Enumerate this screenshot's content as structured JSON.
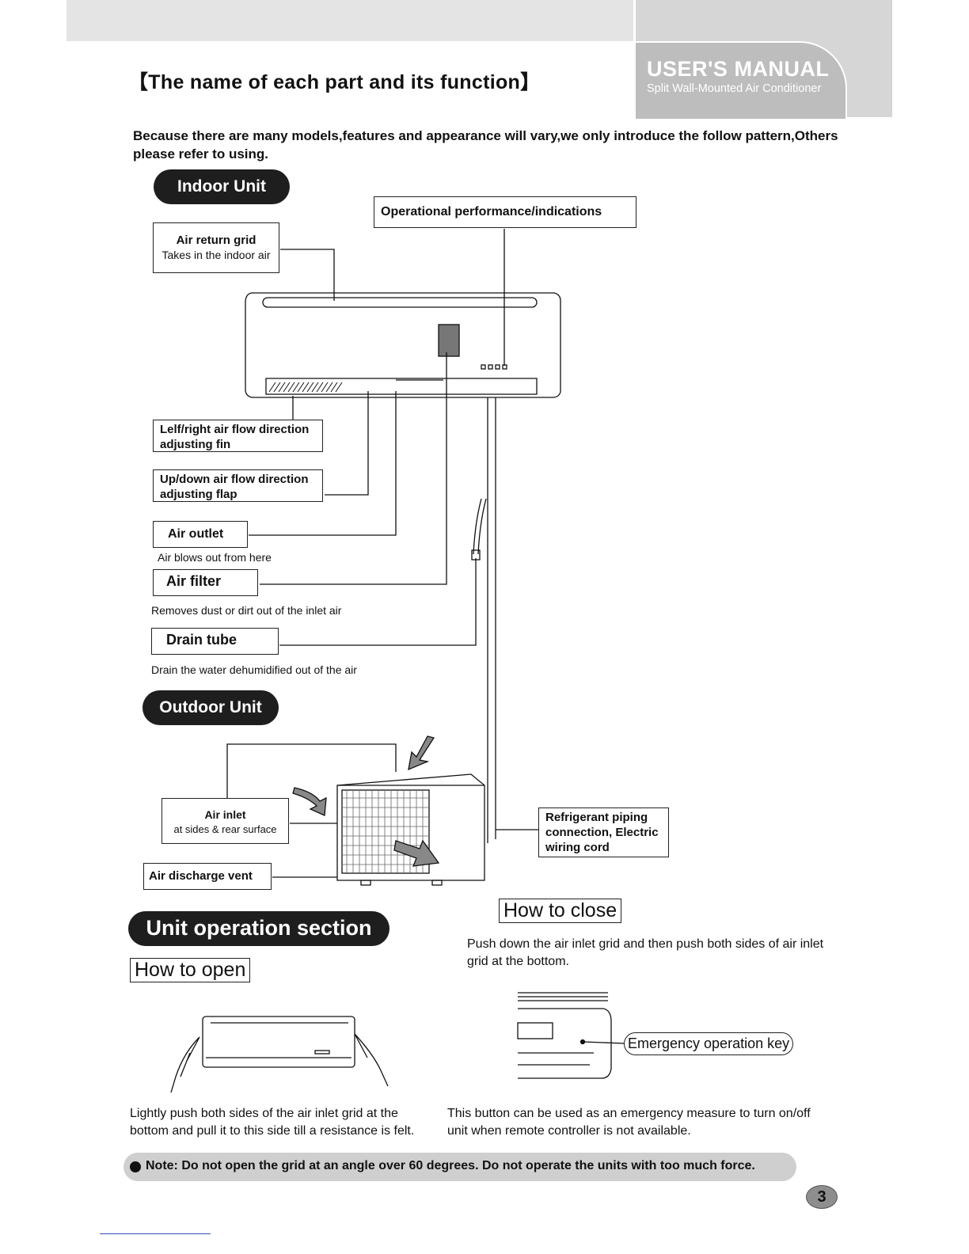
{
  "header": {
    "section_title": "【The name of each part and its function】",
    "manual_title": "USER'S MANUAL",
    "manual_subtitle": "Split Wall-Mounted Air Conditioner"
  },
  "intro": "Because there are many models,features and appearance will vary,we only introduce the follow pattern,Others please refer to using.",
  "indoor": {
    "pill": "Indoor  Unit",
    "operational": "Operational performance/indications",
    "air_return_title": "Air return grid",
    "air_return_desc": "Takes in the indoor air",
    "leftright_line1": "Lelf/right air flow direction",
    "leftright_line2": "adjusting fin",
    "updown_line1": "Up/down air flow direction",
    "updown_line2": "adjusting flap",
    "air_outlet": "Air outlet",
    "air_outlet_desc": "Air blows out from here",
    "air_filter": "Air filter",
    "air_filter_desc": "Removes dust or dirt out of the inlet air",
    "drain_tube": "Drain tube",
    "drain_tube_desc": "Drain the water dehumidified out of the air"
  },
  "outdoor": {
    "pill": "Outdoor Unit",
    "air_inlet_title": "Air inlet",
    "air_inlet_desc": "at sides &  rear surface",
    "air_discharge": "Air discharge vent",
    "refrigerant_line1": "Refrigerant piping",
    "refrigerant_line2": "connection, Electric",
    "refrigerant_line3": "wiring cord"
  },
  "operation": {
    "pill": "Unit operation section",
    "how_to_open": "How to open",
    "how_to_open_text_1": "Lightly push both sides of the air inlet grid at the",
    "how_to_open_text_2": "bottom and pull it to this side till a resistance is felt.",
    "how_to_close": "How to close",
    "how_to_close_text_1": "Push down the air inlet grid and then push both sides of air inlet",
    "how_to_close_text_2": "grid at the bottom.",
    "emergency_key": "Emergency operation key",
    "emergency_text_1": "This button can be used as an emergency measure to turn on/off",
    "emergency_text_2": "unit when remote controller is not available."
  },
  "note": "Note: Do not open the grid at an angle over 60 degrees. Do not operate the units with too much force.",
  "page_number": "3"
}
